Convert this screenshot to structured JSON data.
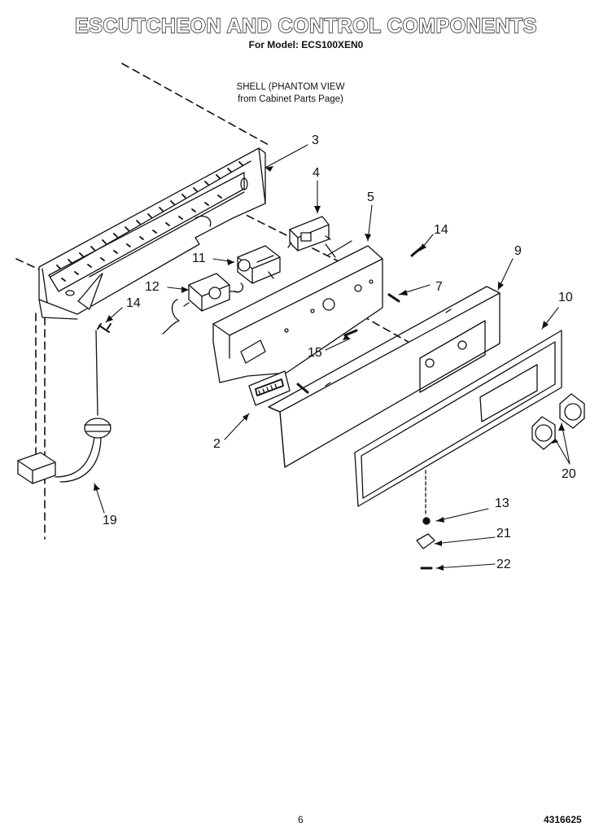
{
  "header": {
    "title": "ESCUTCHEON AND CONTROL COMPONENTS",
    "subtitle": "For Model: ECS100XEN0"
  },
  "shell_note": {
    "line1": "SHELL (PHANTOM VIEW",
    "line2": "from Cabinet Parts Page)"
  },
  "callouts": {
    "c3": "3",
    "c4": "4",
    "c5": "5",
    "c14a": "14",
    "c14b": "14",
    "c9": "9",
    "c10": "10",
    "c11": "11",
    "c12": "12",
    "c7": "7",
    "c15": "15",
    "c2": "2",
    "c20": "20",
    "c19": "19",
    "c13": "13",
    "c21": "21",
    "c22": "22"
  },
  "footer": {
    "page_number": "6",
    "document_number": "4316625"
  }
}
